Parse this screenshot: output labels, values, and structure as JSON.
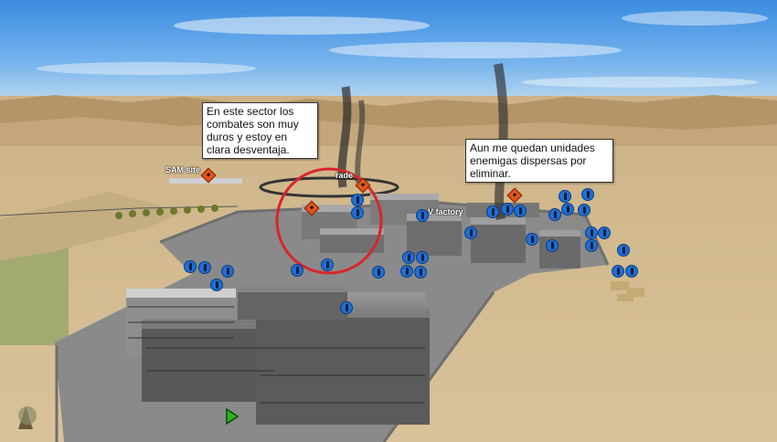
{
  "callouts": {
    "left": "En este sector los combates son muy duros y estoy en clara desventaja.",
    "right": "Aun me quedan unidades enemigas dispersas por eliminar."
  },
  "map_labels": {
    "sam_site": "SAM site",
    "barracks": "rade",
    "factory": "V factory"
  },
  "colors": {
    "friendly_unit": "#1e6fd6",
    "hazard_marker": "#e2541b",
    "selection_circle": "#d8262b",
    "cursor": "#2bb31e"
  },
  "icons": [
    "friendly-unit-icon",
    "hazard-marker-icon",
    "selection-cursor-icon"
  ]
}
